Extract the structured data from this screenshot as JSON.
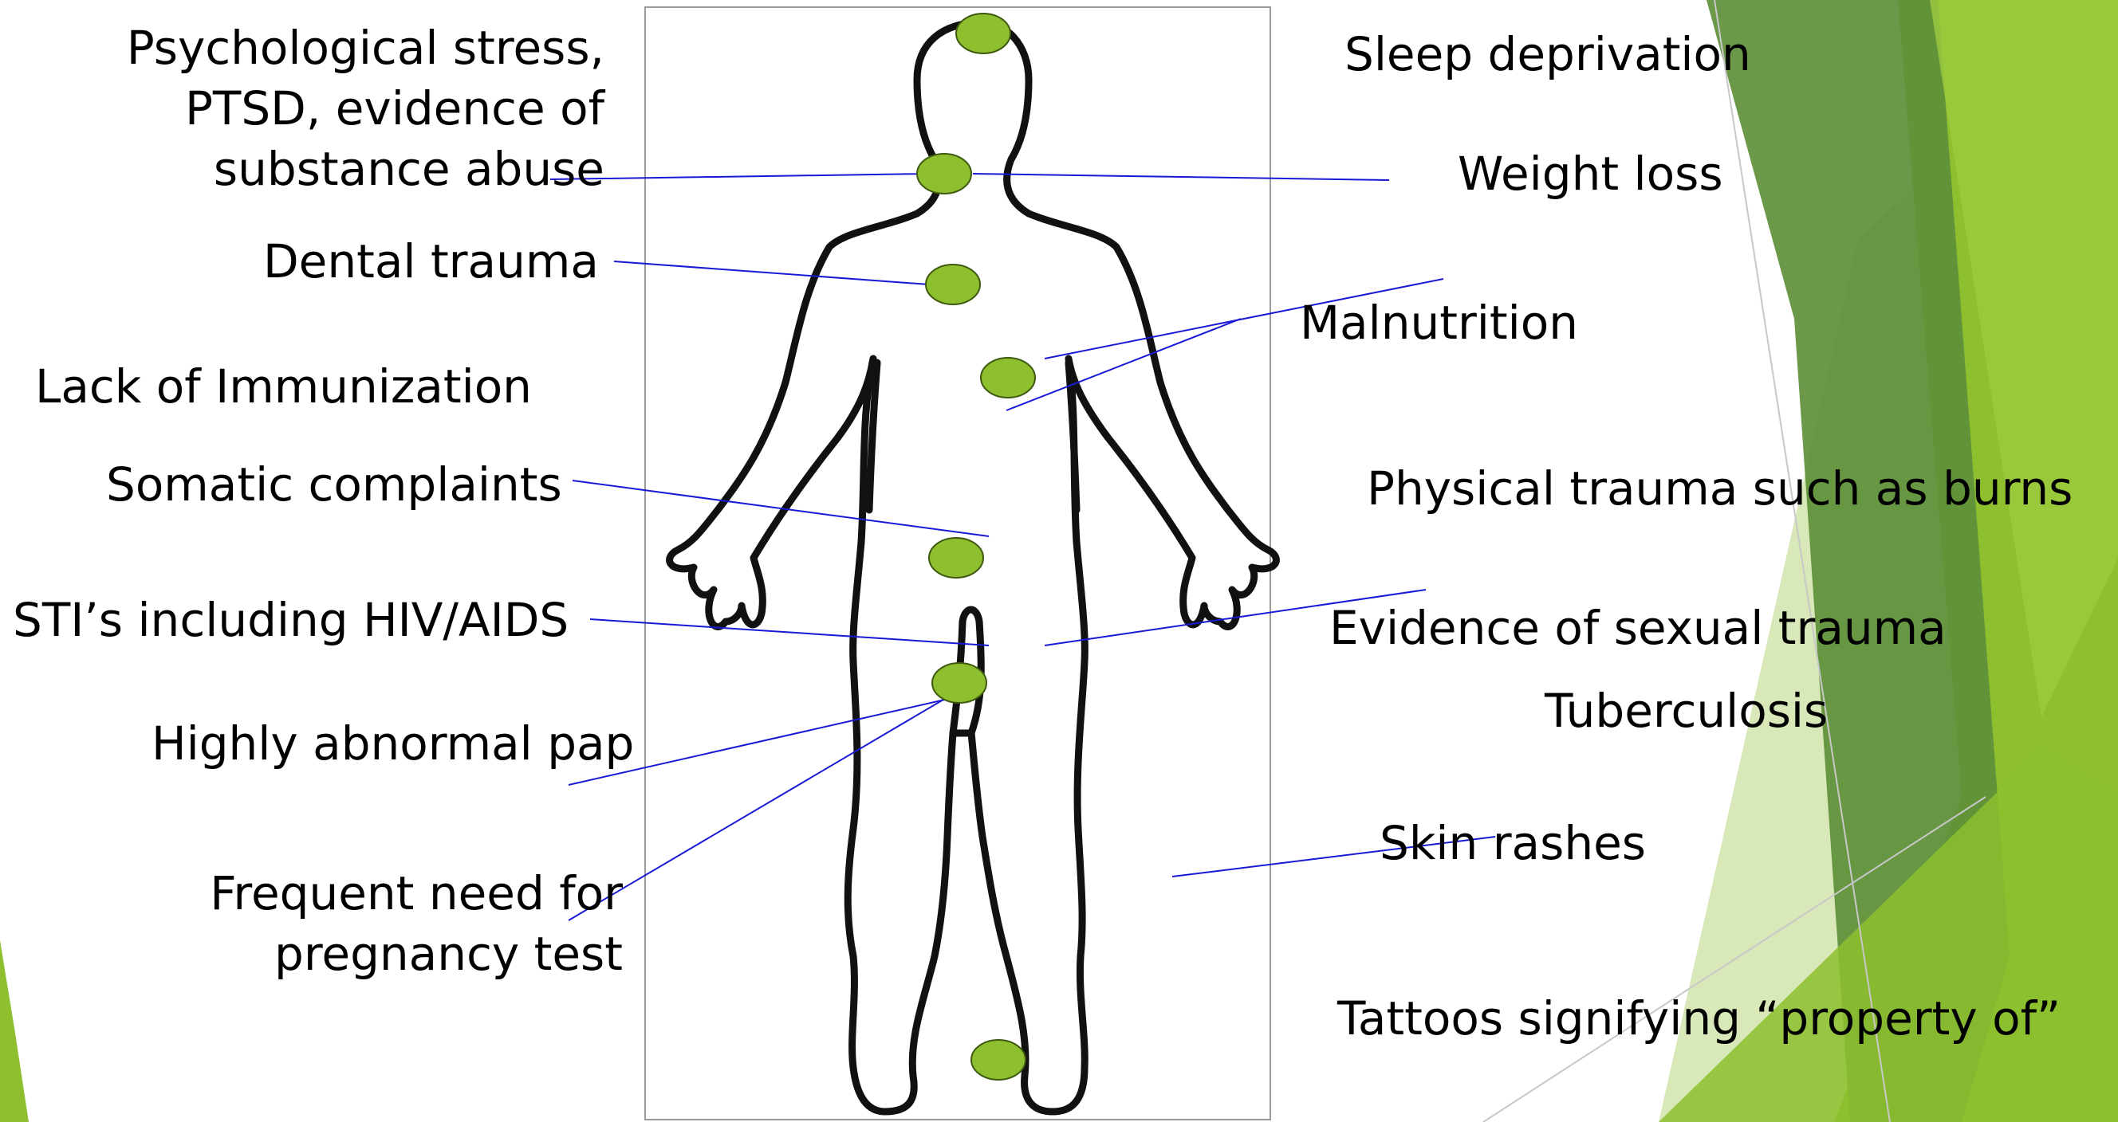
{
  "colors": {
    "marker_fill": "#8dbf2e",
    "marker_stroke": "#3f5a10",
    "connector": "#1a1ad6",
    "body_outline": "#111111",
    "bg_dark_green": "#5e8f3a",
    "bg_mid_green": "#8dbf2e",
    "bg_light_green": "#d8e8b8"
  },
  "labels": {
    "psych_1": "Psychological stress,",
    "psych_2": "PTSD, evidence of",
    "psych_3": "substance abuse",
    "dental": "Dental trauma",
    "immunization": "Lack of Immunization",
    "somatic": "Somatic complaints",
    "sti": "STI’s including HIV/AIDS",
    "pap": "Highly abnormal pap",
    "preg_1": "Frequent need for",
    "preg_2": "pregnancy test",
    "sleep": "Sleep deprivation",
    "weight": "Weight loss",
    "malnutrition": "Malnutrition",
    "physical": "Physical trauma such as burns",
    "sexual": "Evidence of sexual trauma",
    "tuberculosis": "Tuberculosis",
    "skin": "Skin rashes",
    "tattoos": "Tattoos signifying “property of”"
  }
}
